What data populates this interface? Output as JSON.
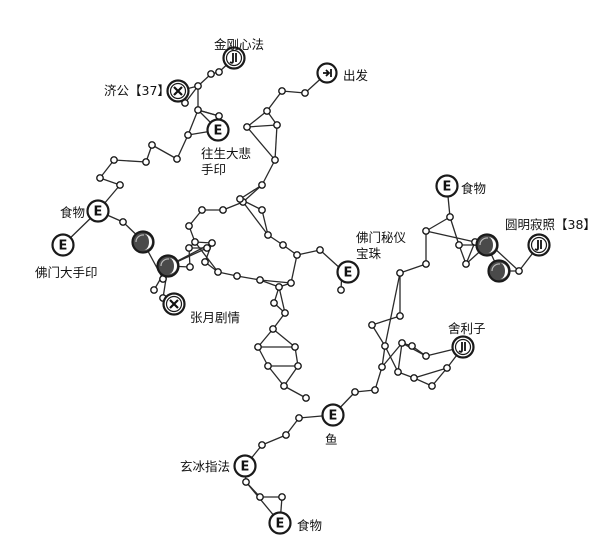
{
  "labels": {
    "jingang": "金刚心法",
    "chufa": "出发",
    "jigong": "济公【37】",
    "wangsheng_1": "往生大悲",
    "wangsheng_2": "手印",
    "food_left": "食物",
    "fomen_dashou": "佛门大手印",
    "zhangyue": "张月剧情",
    "mibao_1": "佛门秘仪",
    "mibao_2": "宝珠",
    "food_right": "食物",
    "yuanming": "圆明寂照【38】",
    "shelizi": "舍利子",
    "yu": "鱼",
    "xuanbing": "玄冰指法",
    "food_bottom": "食物"
  },
  "icons": {
    "event": "E",
    "battle": "close-icon",
    "skill": "scroll-icon",
    "start": "exit-icon",
    "shop": "half-moon-icon"
  }
}
